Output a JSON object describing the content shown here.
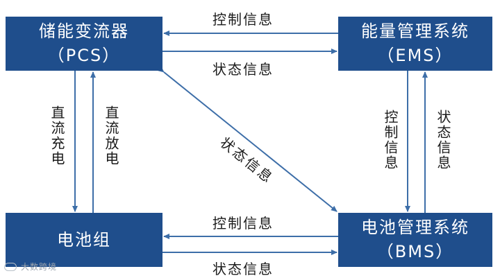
{
  "nodes": {
    "pcs": {
      "line1": "储能变流器",
      "line2": "（PCS）"
    },
    "ems": {
      "line1": "能量管理系统",
      "line2": "（EMS）"
    },
    "battery": {
      "line1": "电池组"
    },
    "bms": {
      "line1": "电池管理系统",
      "line2": "（BMS）"
    }
  },
  "edges": {
    "ems_to_pcs": "控制信息",
    "pcs_to_ems": "状态信息",
    "bms_to_battery": "控制信息",
    "battery_to_bms": "状态信息",
    "pcs_to_battery": "直流充电",
    "battery_to_pcs": "直流放电",
    "ems_to_bms": "控制信息",
    "bms_to_ems": "状态信息",
    "bms_pcs_diagonal": "状态信息"
  },
  "watermark": "大数跨境",
  "colors": {
    "box": "#1f4e8c",
    "line": "#3d6ea8"
  }
}
